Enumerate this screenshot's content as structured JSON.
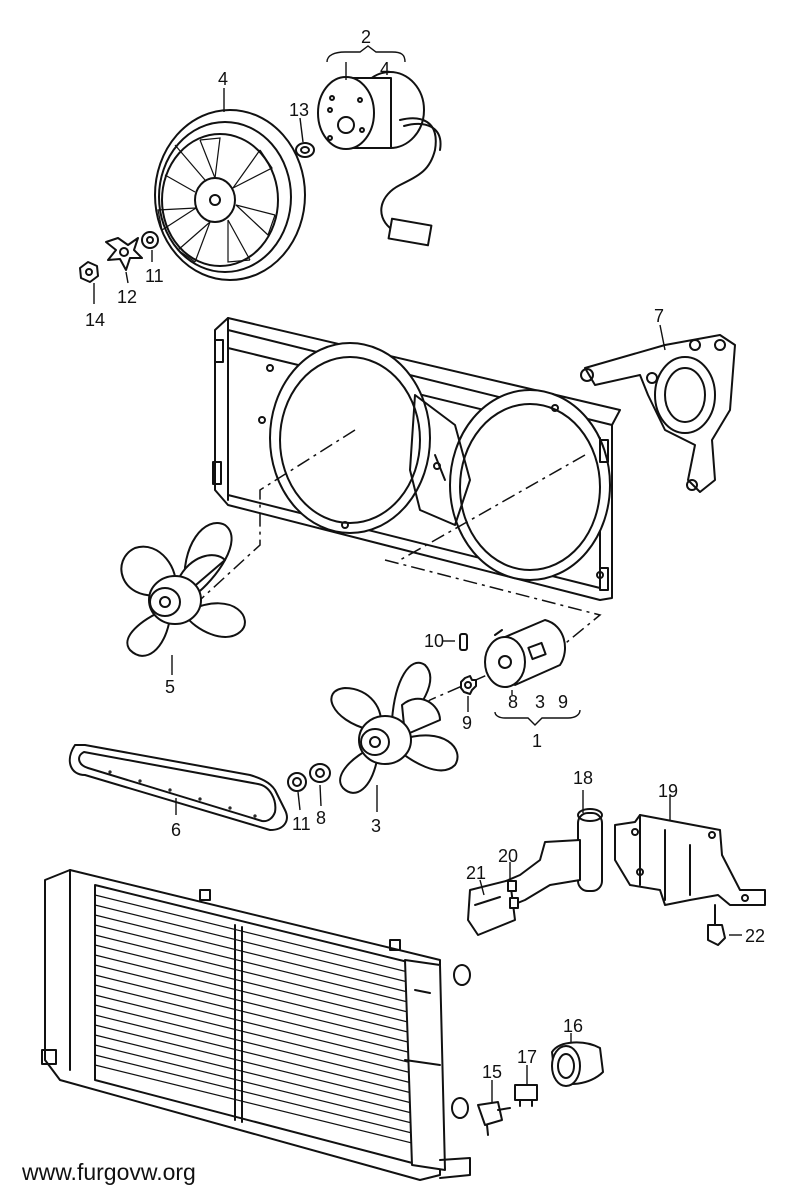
{
  "diagram": {
    "callouts": {
      "c1": "1",
      "c2": "2",
      "c3": "3",
      "c4a": "4",
      "c4b": "4",
      "c5": "5",
      "c6": "6",
      "c7": "7",
      "c8a": "8",
      "c8b": "8",
      "c3b": "3",
      "c9a": "9",
      "c9b": "9",
      "c10": "10",
      "c11a": "11",
      "c11b": "11",
      "c12": "12",
      "c13": "13",
      "c14": "14",
      "c15": "15",
      "c16": "16",
      "c17": "17",
      "c18": "18",
      "c19": "19",
      "c20": "20",
      "c21": "21",
      "c22": "22"
    },
    "watermark": "www.furgovw.org"
  }
}
